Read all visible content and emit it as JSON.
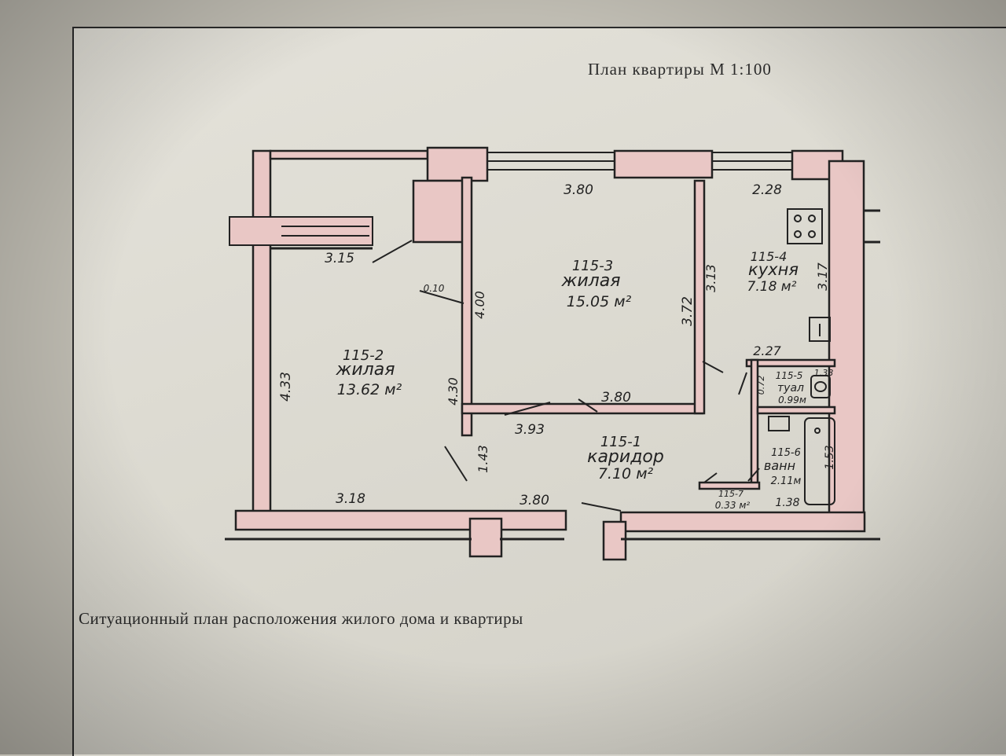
{
  "header": {
    "plan_title": "План квартиры М 1:100"
  },
  "caption": "Ситуационный план расположения жилого дома и квартиры",
  "colors": {
    "wall_fill": "#e9c7c5",
    "ink": "#222222",
    "paper": "#dedcd3"
  },
  "rooms": [
    {
      "id": "115-1",
      "name": "каридор",
      "area": "7.10 м²"
    },
    {
      "id": "115-2",
      "name": "жилая",
      "area": "13.62 м²"
    },
    {
      "id": "115-3",
      "name": "жилая",
      "area": "15.05 м²"
    },
    {
      "id": "115-4",
      "name": "кухня",
      "area": "7.18 м²"
    },
    {
      "id": "115-5",
      "name": "туал",
      "area": "0.99м"
    },
    {
      "id": "115-6",
      "name": "ванн",
      "area": "2.11м"
    },
    {
      "id": "115-7",
      "name": "",
      "area": "0.33 м²"
    }
  ],
  "dimensions": {
    "d1": "3.80",
    "d2": "2.28",
    "d3": "3.15",
    "d4": "0.10",
    "d5": "4.00",
    "d6": "3.72",
    "d7": "3.13",
    "d8": "3.17",
    "d9": "2.27",
    "d10": "1.38",
    "d11": "0.72",
    "d12": "4.33",
    "d13": "4.30",
    "d14": "3.80",
    "d15": "3.93",
    "d16": "1.43",
    "d17": "3.18",
    "d18": "3.80",
    "d19": "1.53",
    "d20": "1.38"
  }
}
